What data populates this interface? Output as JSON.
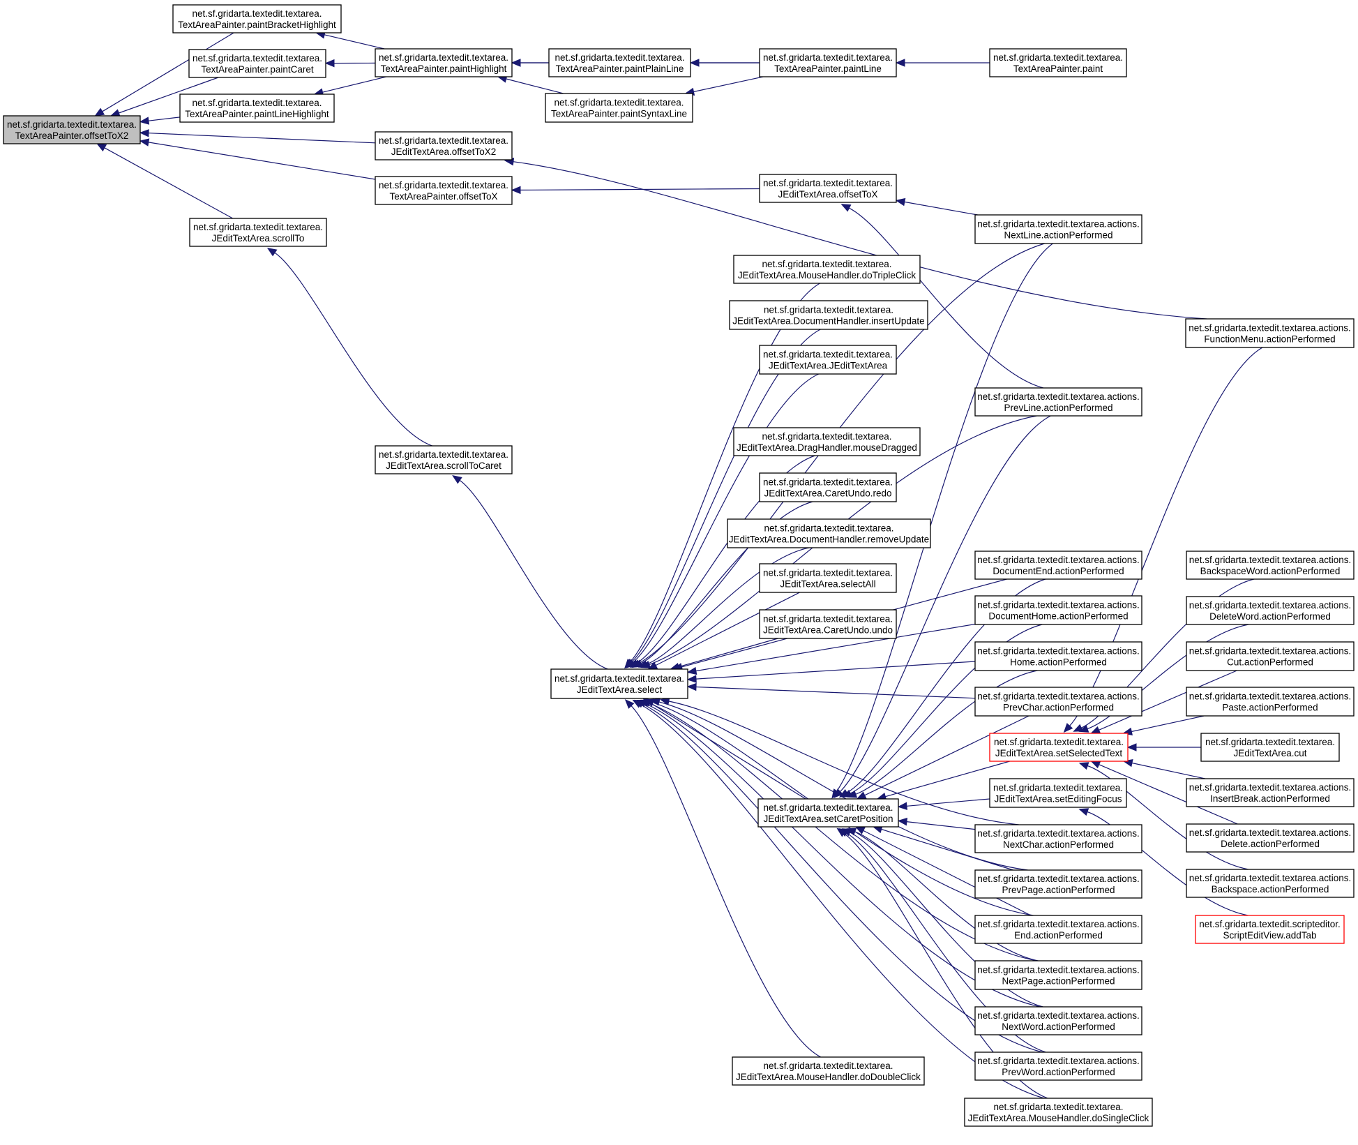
{
  "diagram": {
    "type": "call-graph",
    "edge_color": "#191970",
    "root_fill": "#bfbfbf",
    "highlight_border": "#ff0000",
    "nodes": [
      {
        "id": "root",
        "line1": "net.sf.gridarta.textedit.textarea.",
        "line2": "TextAreaPainter.offsetToX2",
        "style": "root"
      },
      {
        "id": "pbh",
        "line1": "net.sf.gridarta.textedit.textarea.",
        "line2": "TextAreaPainter.paintBracketHighlight",
        "style": "normal"
      },
      {
        "id": "pc",
        "line1": "net.sf.gridarta.textedit.textarea.",
        "line2": "TextAreaPainter.paintCaret",
        "style": "normal"
      },
      {
        "id": "plh",
        "line1": "net.sf.gridarta.textedit.textarea.",
        "line2": "TextAreaPainter.paintLineHighlight",
        "style": "normal"
      },
      {
        "id": "ph",
        "line1": "net.sf.gridarta.textedit.textarea.",
        "line2": "TextAreaPainter.paintHighlight",
        "style": "normal"
      },
      {
        "id": "ppl",
        "line1": "net.sf.gridarta.textedit.textarea.",
        "line2": "TextAreaPainter.paintPlainLine",
        "style": "normal"
      },
      {
        "id": "psl",
        "line1": "net.sf.gridarta.textedit.textarea.",
        "line2": "TextAreaPainter.paintSyntaxLine",
        "style": "normal"
      },
      {
        "id": "pl",
        "line1": "net.sf.gridarta.textedit.textarea.",
        "line2": "TextAreaPainter.paintLine",
        "style": "normal"
      },
      {
        "id": "paint",
        "line1": "net.sf.gridarta.textedit.textarea.",
        "line2": "TextAreaPainter.paint",
        "style": "normal"
      },
      {
        "id": "jox2",
        "line1": "net.sf.gridarta.textedit.textarea.",
        "line2": "JEditTextArea.offsetToX2",
        "style": "normal"
      },
      {
        "id": "tox",
        "line1": "net.sf.gridarta.textedit.textarea.",
        "line2": "TextAreaPainter.offsetToX",
        "style": "normal"
      },
      {
        "id": "jox",
        "line1": "net.sf.gridarta.textedit.textarea.",
        "line2": "JEditTextArea.offsetToX",
        "style": "normal"
      },
      {
        "id": "st",
        "line1": "net.sf.gridarta.textedit.textarea.",
        "line2": "JEditTextArea.scrollTo",
        "style": "normal"
      },
      {
        "id": "stc",
        "line1": "net.sf.gridarta.textedit.textarea.",
        "line2": "JEditTextArea.scrollToCaret",
        "style": "normal"
      },
      {
        "id": "sel",
        "line1": "net.sf.gridarta.textedit.textarea.",
        "line2": "JEditTextArea.select",
        "style": "normal"
      },
      {
        "id": "nl",
        "line1": "net.sf.gridarta.textedit.textarea.actions.",
        "line2": "NextLine.actionPerformed",
        "style": "normal"
      },
      {
        "id": "fm",
        "line1": "net.sf.gridarta.textedit.textarea.actions.",
        "line2": "FunctionMenu.actionPerformed",
        "style": "normal"
      },
      {
        "id": "dtc",
        "line1": "net.sf.gridarta.textedit.textarea.",
        "line2": "JEditTextArea.MouseHandler.doTripleClick",
        "style": "normal"
      },
      {
        "id": "iu",
        "line1": "net.sf.gridarta.textedit.textarea.",
        "line2": "JEditTextArea.DocumentHandler.insertUpdate",
        "style": "normal"
      },
      {
        "id": "jta",
        "line1": "net.sf.gridarta.textedit.textarea.",
        "line2": "JEditTextArea.JEditTextArea",
        "style": "normal"
      },
      {
        "id": "pvl",
        "line1": "net.sf.gridarta.textedit.textarea.actions.",
        "line2": "PrevLine.actionPerformed",
        "style": "normal"
      },
      {
        "id": "md",
        "line1": "net.sf.gridarta.textedit.textarea.",
        "line2": "JEditTextArea.DragHandler.mouseDragged",
        "style": "normal"
      },
      {
        "id": "redo",
        "line1": "net.sf.gridarta.textedit.textarea.",
        "line2": "JEditTextArea.CaretUndo.redo",
        "style": "normal"
      },
      {
        "id": "ru",
        "line1": "net.sf.gridarta.textedit.textarea.",
        "line2": "JEditTextArea.DocumentHandler.removeUpdate",
        "style": "normal"
      },
      {
        "id": "sa",
        "line1": "net.sf.gridarta.textedit.textarea.",
        "line2": "JEditTextArea.selectAll",
        "style": "normal"
      },
      {
        "id": "undo",
        "line1": "net.sf.gridarta.textedit.textarea.",
        "line2": "JEditTextArea.CaretUndo.undo",
        "style": "normal"
      },
      {
        "id": "de",
        "line1": "net.sf.gridarta.textedit.textarea.actions.",
        "line2": "DocumentEnd.actionPerformed",
        "style": "normal"
      },
      {
        "id": "dh",
        "line1": "net.sf.gridarta.textedit.textarea.actions.",
        "line2": "DocumentHome.actionPerformed",
        "style": "normal"
      },
      {
        "id": "home",
        "line1": "net.sf.gridarta.textedit.textarea.actions.",
        "line2": "Home.actionPerformed",
        "style": "normal"
      },
      {
        "id": "pch",
        "line1": "net.sf.gridarta.textedit.textarea.actions.",
        "line2": "PrevChar.actionPerformed",
        "style": "normal"
      },
      {
        "id": "sst",
        "line1": "net.sf.gridarta.textedit.textarea.",
        "line2": "JEditTextArea.setSelectedText",
        "style": "highlight"
      },
      {
        "id": "sef",
        "line1": "net.sf.gridarta.textedit.textarea.",
        "line2": "JEditTextArea.setEditingFocus",
        "style": "normal"
      },
      {
        "id": "scp",
        "line1": "net.sf.gridarta.textedit.textarea.",
        "line2": "JEditTextArea.setCaretPosition",
        "style": "normal"
      },
      {
        "id": "nch",
        "line1": "net.sf.gridarta.textedit.textarea.actions.",
        "line2": "NextChar.actionPerformed",
        "style": "normal"
      },
      {
        "id": "pp",
        "line1": "net.sf.gridarta.textedit.textarea.actions.",
        "line2": "PrevPage.actionPerformed",
        "style": "normal"
      },
      {
        "id": "end",
        "line1": "net.sf.gridarta.textedit.textarea.actions.",
        "line2": "End.actionPerformed",
        "style": "normal"
      },
      {
        "id": "np",
        "line1": "net.sf.gridarta.textedit.textarea.actions.",
        "line2": "NextPage.actionPerformed",
        "style": "normal"
      },
      {
        "id": "nw",
        "line1": "net.sf.gridarta.textedit.textarea.actions.",
        "line2": "NextWord.actionPerformed",
        "style": "normal"
      },
      {
        "id": "pw",
        "line1": "net.sf.gridarta.textedit.textarea.actions.",
        "line2": "PrevWord.actionPerformed",
        "style": "normal"
      },
      {
        "id": "ddc",
        "line1": "net.sf.gridarta.textedit.textarea.",
        "line2": "JEditTextArea.MouseHandler.doDoubleClick",
        "style": "normal"
      },
      {
        "id": "dsc",
        "line1": "net.sf.gridarta.textedit.textarea.",
        "line2": "JEditTextArea.MouseHandler.doSingleClick",
        "style": "normal"
      },
      {
        "id": "bw",
        "line1": "net.sf.gridarta.textedit.textarea.actions.",
        "line2": "BackspaceWord.actionPerformed",
        "style": "normal"
      },
      {
        "id": "dw",
        "line1": "net.sf.gridarta.textedit.textarea.actions.",
        "line2": "DeleteWord.actionPerformed",
        "style": "normal"
      },
      {
        "id": "cut",
        "line1": "net.sf.gridarta.textedit.textarea.actions.",
        "line2": "Cut.actionPerformed",
        "style": "normal"
      },
      {
        "id": "paste",
        "line1": "net.sf.gridarta.textedit.textarea.actions.",
        "line2": "Paste.actionPerformed",
        "style": "normal"
      },
      {
        "id": "jcut",
        "line1": "net.sf.gridarta.textedit.textarea.",
        "line2": "JEditTextArea.cut",
        "style": "normal"
      },
      {
        "id": "ib",
        "line1": "net.sf.gridarta.textedit.textarea.actions.",
        "line2": "InsertBreak.actionPerformed",
        "style": "normal"
      },
      {
        "id": "del",
        "line1": "net.sf.gridarta.textedit.textarea.actions.",
        "line2": "Delete.actionPerformed",
        "style": "normal"
      },
      {
        "id": "bs",
        "line1": "net.sf.gridarta.textedit.textarea.actions.",
        "line2": "Backspace.actionPerformed",
        "style": "normal"
      },
      {
        "id": "addtab",
        "line1": "net.sf.gridarta.textedit.scripteditor.",
        "line2": "ScriptEditView.addTab",
        "style": "highlight"
      }
    ],
    "edges": [
      [
        "pbh",
        "root"
      ],
      [
        "pc",
        "root"
      ],
      [
        "plh",
        "root"
      ],
      [
        "jox2",
        "root"
      ],
      [
        "tox",
        "root"
      ],
      [
        "st",
        "root"
      ],
      [
        "ph",
        "pbh"
      ],
      [
        "ph",
        "pc"
      ],
      [
        "ph",
        "plh"
      ],
      [
        "ppl",
        "ph"
      ],
      [
        "psl",
        "ph"
      ],
      [
        "pl",
        "ph"
      ],
      [
        "pl",
        "ppl"
      ],
      [
        "pl",
        "psl"
      ],
      [
        "paint",
        "pl"
      ],
      [
        "fm",
        "jox2"
      ],
      [
        "jox",
        "tox"
      ],
      [
        "nl",
        "jox"
      ],
      [
        "pvl",
        "jox"
      ],
      [
        "stc",
        "st"
      ],
      [
        "sel",
        "stc"
      ],
      [
        "nl",
        "sel"
      ],
      [
        "dtc",
        "sel"
      ],
      [
        "iu",
        "sel"
      ],
      [
        "jta",
        "sel"
      ],
      [
        "pvl",
        "sel"
      ],
      [
        "md",
        "sel"
      ],
      [
        "redo",
        "sel"
      ],
      [
        "ru",
        "sel"
      ],
      [
        "sa",
        "sel"
      ],
      [
        "undo",
        "sel"
      ],
      [
        "de",
        "sel"
      ],
      [
        "dh",
        "sel"
      ],
      [
        "home",
        "sel"
      ],
      [
        "pch",
        "sel"
      ],
      [
        "scp",
        "sel"
      ],
      [
        "nch",
        "sel"
      ],
      [
        "pp",
        "sel"
      ],
      [
        "end",
        "sel"
      ],
      [
        "np",
        "sel"
      ],
      [
        "nw",
        "sel"
      ],
      [
        "pw",
        "sel"
      ],
      [
        "ddc",
        "sel"
      ],
      [
        "dsc",
        "sel"
      ],
      [
        "nl",
        "scp"
      ],
      [
        "pvl",
        "scp"
      ],
      [
        "de",
        "scp"
      ],
      [
        "dh",
        "scp"
      ],
      [
        "home",
        "scp"
      ],
      [
        "pch",
        "scp"
      ],
      [
        "sst",
        "scp"
      ],
      [
        "sef",
        "scp"
      ],
      [
        "nch",
        "scp"
      ],
      [
        "pp",
        "scp"
      ],
      [
        "end",
        "scp"
      ],
      [
        "np",
        "scp"
      ],
      [
        "nw",
        "scp"
      ],
      [
        "pw",
        "scp"
      ],
      [
        "dsc",
        "scp"
      ],
      [
        "fm",
        "sst"
      ],
      [
        "bw",
        "sst"
      ],
      [
        "dw",
        "sst"
      ],
      [
        "cut",
        "sst"
      ],
      [
        "paste",
        "sst"
      ],
      [
        "jcut",
        "sst"
      ],
      [
        "ib",
        "sst"
      ],
      [
        "del",
        "sst"
      ],
      [
        "bs",
        "sst"
      ],
      [
        "addtab",
        "sef"
      ]
    ]
  }
}
